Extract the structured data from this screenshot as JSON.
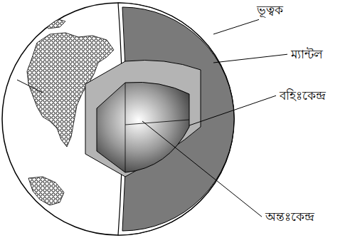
{
  "diagram": {
    "labels": [
      "ভূত্বক",
      "ম্যান্টল",
      "বহিঃকেন্দ্র",
      "অন্তঃকেন্দ্র"
    ]
  }
}
